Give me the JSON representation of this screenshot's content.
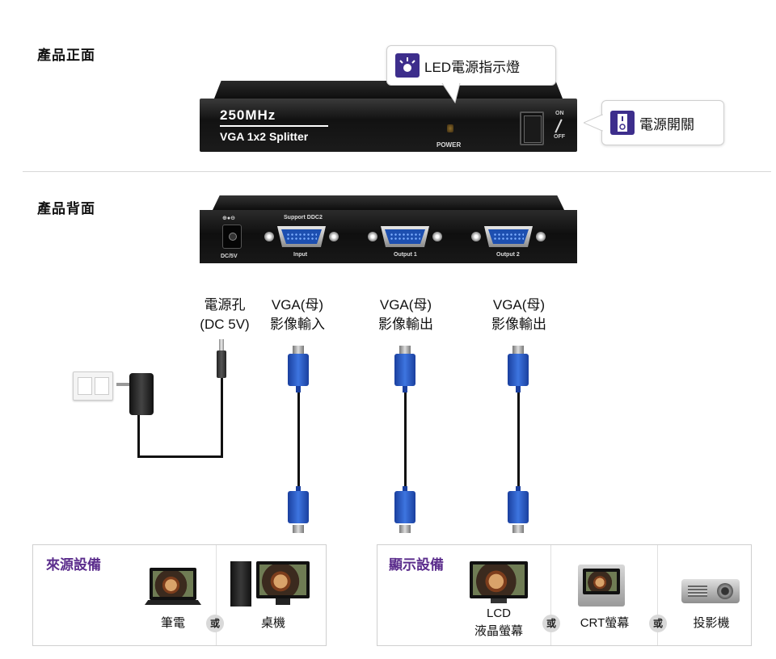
{
  "headings": {
    "front": "產品正面",
    "back": "產品背面"
  },
  "device": {
    "speed": "250MHz",
    "model": "VGA 1x2 Splitter",
    "power_label": "POWER",
    "switch_on": "ON",
    "switch_off": "OFF"
  },
  "callouts": {
    "led": "LED電源指示燈",
    "power_switch": "電源開關"
  },
  "back_ports": {
    "support": "Support DDC2",
    "dc": "DC/5V",
    "input": "Input",
    "output1": "Output 1",
    "output2": "Output 2"
  },
  "labels": {
    "dc_line1": "電源孔",
    "dc_line2": "(DC 5V)",
    "input_line1": "VGA(母)",
    "input_line2": "影像輸入",
    "out1_line1": "VGA(母)",
    "out1_line2": "影像輸出",
    "out2_line1": "VGA(母)",
    "out2_line2": "影像輸出"
  },
  "source_panel": {
    "title": "來源設備",
    "laptop": "筆電",
    "or": "或",
    "desktop": "桌機"
  },
  "display_panel": {
    "title": "顯示設備",
    "lcd_line1": "LCD",
    "lcd_line2": "液晶螢幕",
    "or1": "或",
    "crt": "CRT螢幕",
    "or2": "或",
    "projector": "投影機"
  },
  "colors": {
    "accent": "#5b2d8c",
    "icon_bg": "#3d2e8c",
    "connector_blue": "#2f5fc9"
  }
}
